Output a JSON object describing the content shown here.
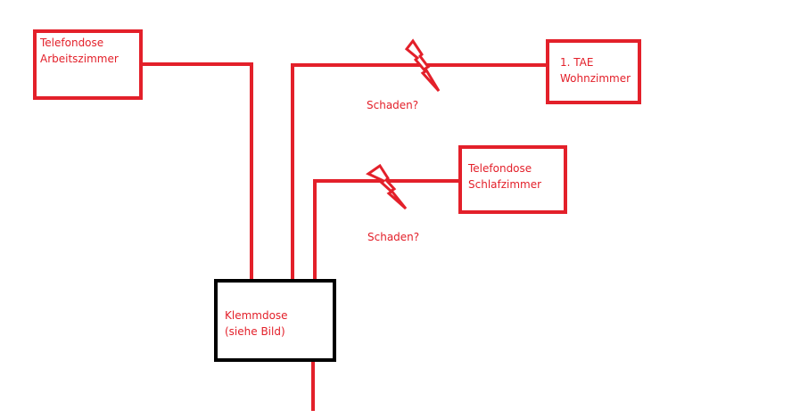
{
  "colors": {
    "wire": "#e3202a",
    "text": "#e3202a",
    "klemmdose_border": "#000000"
  },
  "boxes": {
    "arbeitszimmer": "Telefondose\nArbeitszimmer",
    "wohnzimmer": "1. TAE\nWohnzimmer",
    "schlafzimmer": "Telefondose\nSchlafzimmer",
    "klemmdose": "Klemmdose\n(siehe Bild)"
  },
  "notes": {
    "damage_1": "Schaden?",
    "damage_2": "Schaden?"
  },
  "icons": {
    "lightning_1": "lightning-bolt-icon",
    "lightning_2": "lightning-bolt-icon"
  }
}
